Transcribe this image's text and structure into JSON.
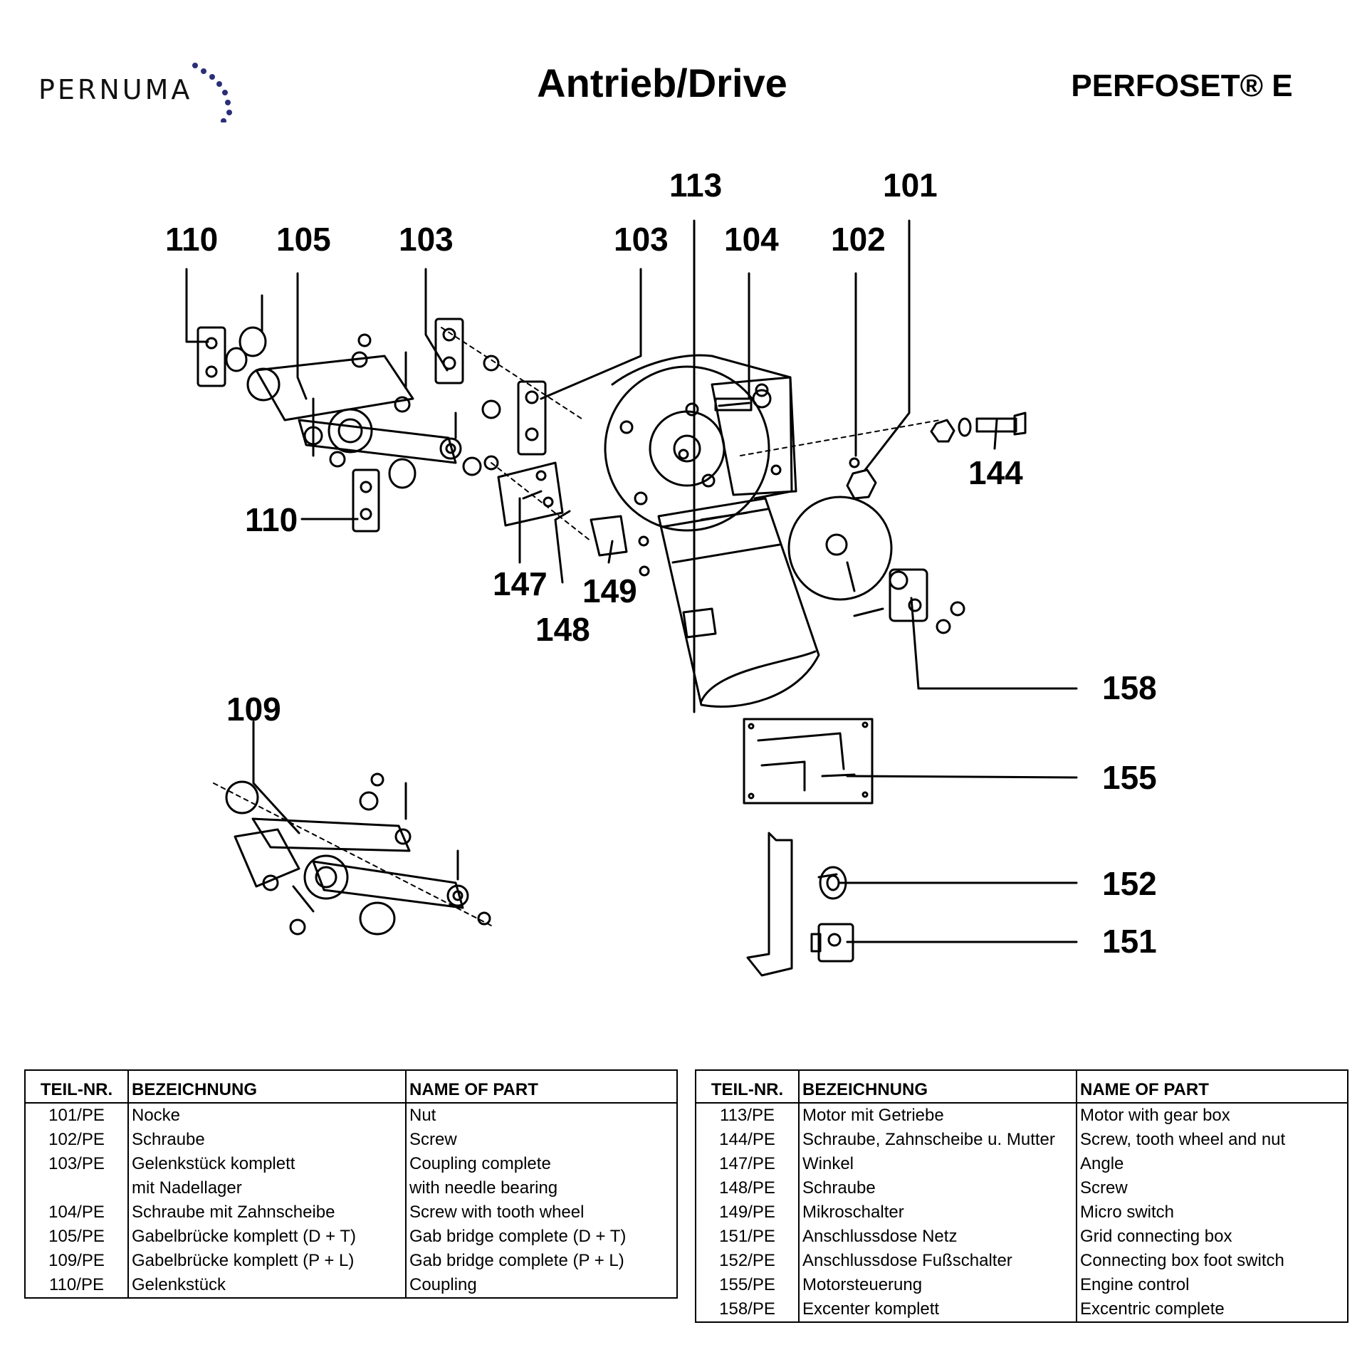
{
  "header": {
    "brand": "PERNUMA",
    "title": "Antrieb/Drive",
    "product": "PERFOSET® E"
  },
  "callouts": [
    "110",
    "105",
    "103",
    "103",
    "113",
    "104",
    "102",
    "101",
    "144",
    "110",
    "147",
    "149",
    "148",
    "158",
    "109",
    "155",
    "152",
    "151"
  ],
  "colors": {
    "brand_dots": "#2b2f78",
    "ink": "#000000"
  },
  "tables": {
    "columns": [
      "TEIL-NR.",
      "BEZEICHNUNG",
      "NAME OF PART"
    ],
    "left": [
      [
        "101/PE",
        "Nocke",
        "Nut"
      ],
      [
        "102/PE",
        "Schraube",
        "Screw"
      ],
      [
        "103/PE",
        "Gelenkstück komplett",
        "Coupling complete"
      ],
      [
        "",
        "mit Nadellager",
        "with needle bearing"
      ],
      [
        "104/PE",
        "Schraube mit Zahnscheibe",
        "Screw with tooth wheel"
      ],
      [
        "105/PE",
        "Gabelbrücke komplett  (D + T)",
        "Gab bridge complete (D + T)"
      ],
      [
        "109/PE",
        "Gabelbrücke komplett  (P + L)",
        "Gab bridge complete (P + L)"
      ],
      [
        "110/PE",
        "Gelenkstück",
        "Coupling"
      ]
    ],
    "right": [
      [
        "113/PE",
        "Motor mit Getriebe",
        "Motor with gear box"
      ],
      [
        "144/PE",
        "Schraube, Zahnscheibe u. Mutter",
        "Screw, tooth wheel and nut"
      ],
      [
        "147/PE",
        "Winkel",
        "Angle"
      ],
      [
        "148/PE",
        "Schraube",
        "Screw"
      ],
      [
        "149/PE",
        "Mikroschalter",
        "Micro switch"
      ],
      [
        "151/PE",
        "Anschlussdose Netz",
        "Grid connecting box"
      ],
      [
        "152/PE",
        "Anschlussdose Fußschalter",
        "Connecting box foot switch"
      ],
      [
        "155/PE",
        "Motorsteuerung",
        "Engine control"
      ],
      [
        "158/PE",
        "Excenter komplett",
        "Excentric complete"
      ]
    ]
  }
}
